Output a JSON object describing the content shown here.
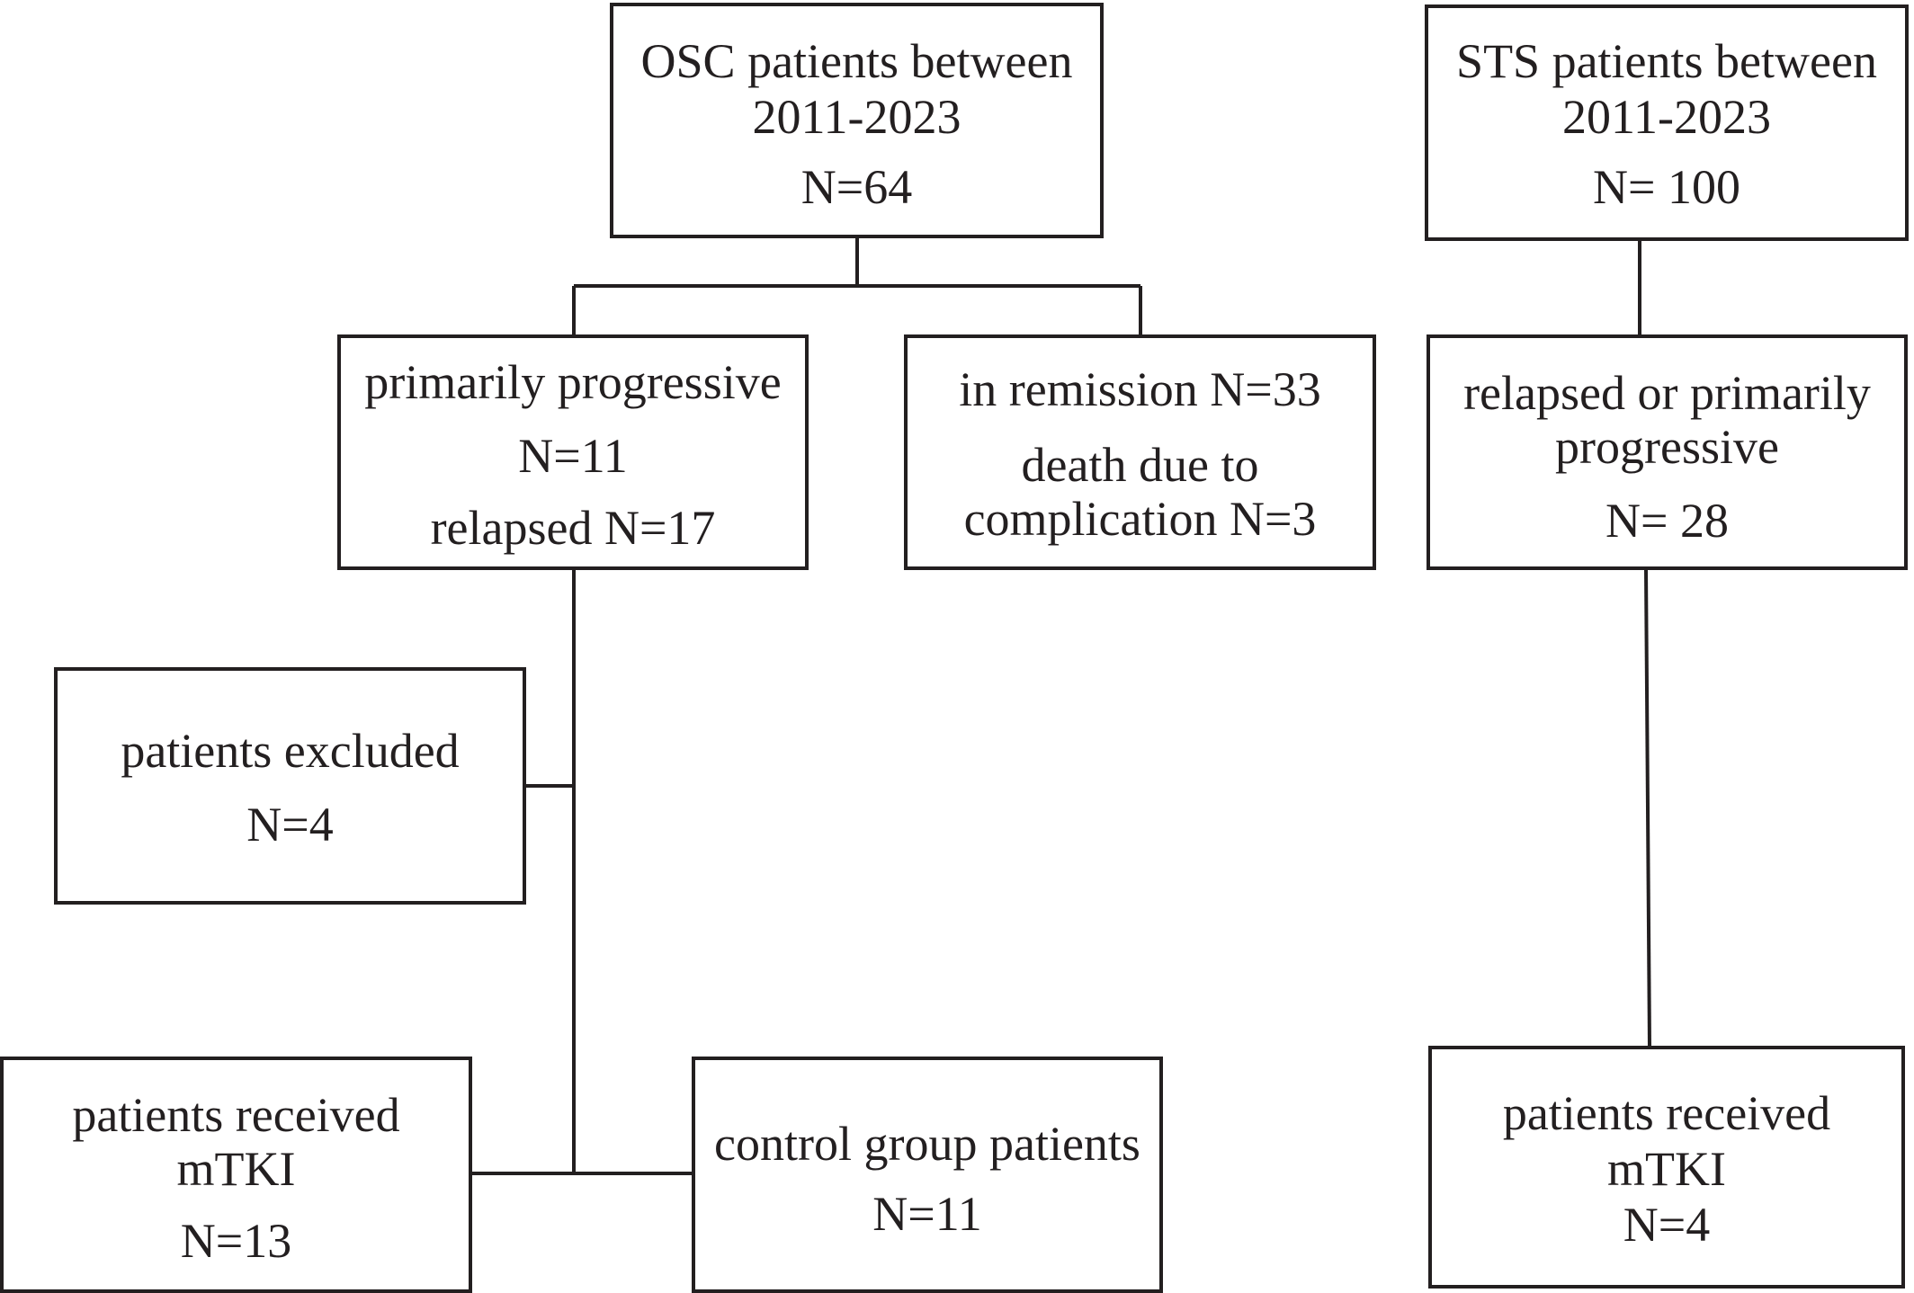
{
  "diagram": {
    "osc_total": {
      "line1": "OSC patients between",
      "line2": "2011-2023",
      "line3": "N=64"
    },
    "sts_total": {
      "line1": "STS patients between",
      "line2": "2011-2023",
      "line3": "N= 100"
    },
    "osc_progressive": {
      "line1": "primarily progressive",
      "line2": "N=11",
      "line3": "relapsed  N=17"
    },
    "osc_remission": {
      "line1": "in remission N=33",
      "line2": "death due to",
      "line3": "complication N=3"
    },
    "sts_progressive": {
      "line1": "relapsed or primarily",
      "line2": "progressive",
      "line3": "N= 28"
    },
    "osc_excluded": {
      "line1": "patients excluded",
      "line2": "N=4"
    },
    "osc_mtki": {
      "line1": "patients received",
      "line2": "mTKI",
      "line3": "N=13"
    },
    "osc_control": {
      "line1": "control group patients",
      "line2": "N=11"
    },
    "sts_mtki": {
      "line1": "patients received",
      "line2": "mTKI",
      "line3": "N=4"
    }
  }
}
